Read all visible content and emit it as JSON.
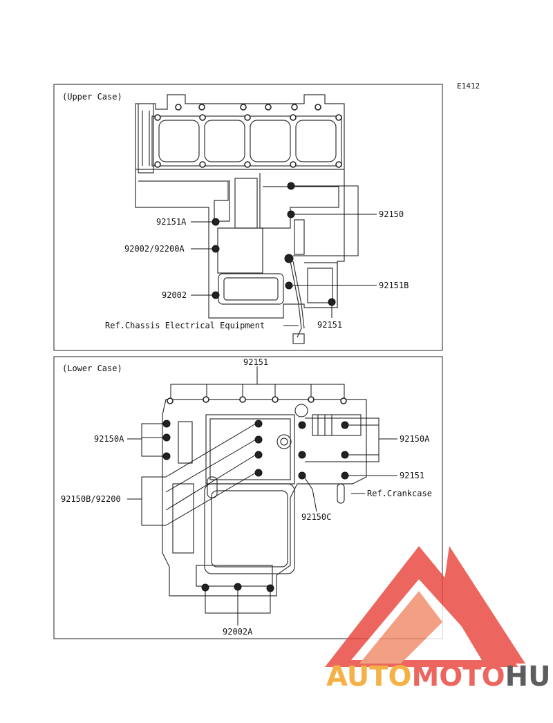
{
  "diagram_code": "E1412",
  "upper": {
    "title": "(Upper Case)",
    "labels": {
      "l92151A": "92151A",
      "l92002_92200A": "92002/92200A",
      "l92002": "92002",
      "l92150": "92150",
      "l92151B": "92151B",
      "l92151": "92151",
      "ref_chassis": "Ref.Chassis Electrical Equipment"
    }
  },
  "lower": {
    "title": "(Lower Case)",
    "labels": {
      "l92151_top": "92151",
      "l92150A_left": "92150A",
      "l92150A_right": "92150A",
      "l92151_right": "92151",
      "ref_crankcase": "Ref.Crankcase",
      "l92150B_92200": "92150B/92200",
      "l92150C": "92150C",
      "l92002A": "92002A"
    }
  },
  "watermark": {
    "part1": "AUTO",
    "part2": "MOTO",
    "part3": "HUB",
    "color_primary": "#e8453c",
    "color_secondary": "#f4a11d",
    "color_dark": "#3a3a3a"
  }
}
